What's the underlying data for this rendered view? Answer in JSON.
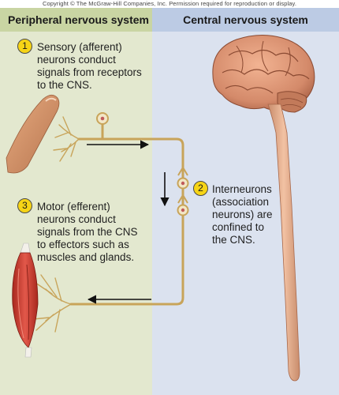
{
  "copyright": "Copyright © The McGraw-Hill Companies, Inc. Permission required for reproduction or display.",
  "headers": {
    "left": "Peripheral nervous system",
    "right": "Central nervous system"
  },
  "steps": [
    {
      "number": "1",
      "text": "Sensory (afferent)\nneurons conduct\nsignals from receptors\nto the CNS."
    },
    {
      "number": "2",
      "text": "Interneurons\n(association\nneurons) are\nconfined to\nthe CNS."
    },
    {
      "number": "3",
      "text": "Motor (efferent)\nneurons conduct\nsignals from the CNS\nto effectors such as\nmuscles and glands."
    }
  ],
  "colors": {
    "pns_panel": "#e3e8cf",
    "cns_panel": "#dbe2ef",
    "neuron": "#c8a45a",
    "brain": "#d48a6a",
    "badge": "#f6d416"
  },
  "icons": [
    "finger-icon",
    "brain-icon",
    "spinal-cord-icon",
    "muscle-icon",
    "arrow-icon"
  ]
}
